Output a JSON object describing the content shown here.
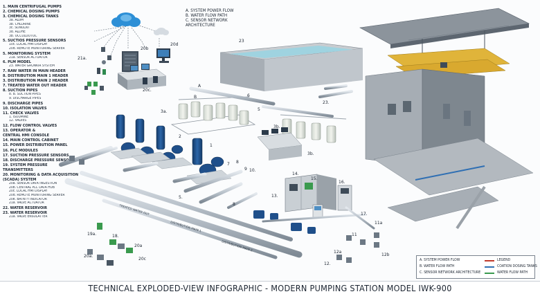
{
  "title": "TECHNICAL EXPLODED-VIEW INFOGRAPHIC - MODERN PUMPING STATION MODEL IWK-900",
  "component_list": [
    {
      "text": "1. MAIN CENTRIFUGAL PUMPS",
      "kind": "main"
    },
    {
      "text": "2. CHEMICAL DOSING PUMPS",
      "kind": "main"
    },
    {
      "text": "3. CHEMICAL DOSING TANKS",
      "kind": "main"
    },
    {
      "text": "3a. ALUM",
      "kind": "sub"
    },
    {
      "text": "3b. CHLORINE",
      "kind": "sub"
    },
    {
      "text": "3c. SONULNT",
      "kind": "sub"
    },
    {
      "text": "3d. ALDHE",
      "kind": "sub"
    },
    {
      "text": "3b. OCCULOOTOC",
      "kind": "sub"
    },
    {
      "text": "5. SUCTIOS PRESSURE SENSORS",
      "kind": "main"
    },
    {
      "text": "10c. LOCAL HMI DISPLAY",
      "kind": "sub"
    },
    {
      "text": "20d. REMOTE MONITORING SERVER",
      "kind": "sub"
    },
    {
      "text": "5. MONITORING SYSTEM",
      "kind": "main"
    },
    {
      "text": "21a. SENSOR ACTUATOR",
      "kind": "sub"
    },
    {
      "text": "6. PLM MODEL",
      "kind": "main"
    },
    {
      "text": "23. WATER GRONKIR SYSTEM",
      "kind": "sub"
    },
    {
      "text": "7. RAW WATER IN MAIN HEADER",
      "kind": "main"
    },
    {
      "text": "8. DISTRIBUTION MAIN 1 HEADER",
      "kind": "main"
    },
    {
      "text": "3. DISTRIBUTION MAIN 2 HEADER",
      "kind": "main"
    },
    {
      "text": "7. TREATED WATER OUT HEADER",
      "kind": "main"
    },
    {
      "text": "8. SUCTION PIPES",
      "kind": "main"
    },
    {
      "text": "8. B. SUCTION PIPES",
      "kind": "sub"
    },
    {
      "text": "9. DISCHARGE PIPES",
      "kind": "sub"
    },
    {
      "text": "9. DISCHARGE PIPES",
      "kind": "main"
    },
    {
      "text": "10. ISOLATION VALVES",
      "kind": "main"
    },
    {
      "text": "11. CHECK VALVES",
      "kind": "main"
    },
    {
      "text": "1. ISOUMINE",
      "kind": "sub"
    },
    {
      "text": "12. VALVES",
      "kind": "sub"
    },
    {
      "text": "12. FLOW CONTROL VALVES",
      "kind": "main"
    },
    {
      "text": "13. OPERATOR &",
      "kind": "main"
    },
    {
      "text": "CENTRAL HMI CONSOLE",
      "kind": "main"
    },
    {
      "text": "14. MAIN CONTROL CABINET",
      "kind": "main"
    },
    {
      "text": "15. POWER DISTRIBUTION PANEL",
      "kind": "main"
    },
    {
      "text": "16. PLC MODULES",
      "kind": "main"
    },
    {
      "text": "17. SUCTION PRESSURE SENSORS",
      "kind": "main"
    },
    {
      "text": "18. DISCHARGE PRESSURE SENSORS",
      "kind": "main"
    },
    {
      "text": "19. SYSTEM PRESSURE",
      "kind": "main"
    },
    {
      "text": "TRANSMITTERS",
      "kind": "main"
    },
    {
      "text": "20. MONITORING & DATA ACQUISITION",
      "kind": "main"
    },
    {
      "text": "(SCADA) SYSTEM",
      "kind": "main"
    },
    {
      "text": "20a. SENSOR DATA INGESTION",
      "kind": "sub"
    },
    {
      "text": "20b. CENTRAL PLC DATA HUB",
      "kind": "sub"
    },
    {
      "text": "20c. LOCAL HMI DISPLAY",
      "kind": "sub"
    },
    {
      "text": "20d. REMOTE MONITORING SERVER",
      "kind": "sub"
    },
    {
      "text": "20e. BATNTY INDICATOR",
      "kind": "sub"
    },
    {
      "text": "21a. VALVE ACTUATOR",
      "kind": "sub"
    },
    {
      "text": "22. WATER RESERVOIR",
      "kind": "main"
    },
    {
      "text": "23. WATER RESERVOIR",
      "kind": "main"
    },
    {
      "text": "21a. VALVE ENSULATTER",
      "kind": "sub"
    }
  ],
  "system_legend": [
    "A. SYSTEM POWER FLOW",
    "B. WATER FLOW PATH",
    "C. SENSOR NETWORK",
    "ARCHITECTURE"
  ],
  "callouts": {
    "c23": "23",
    "c20b": "20b",
    "c20d": "20d",
    "c21a_top": "21a.",
    "c20c": "20c.",
    "cA": "A",
    "cB": "B",
    "c3a": "3a.",
    "c3b": "3b.",
    "c3b2": "3b.",
    "c23b": "23.",
    "c5": "5",
    "c6": "6",
    "c2": "2",
    "c1": "1",
    "c7": "7",
    "c8": "8",
    "c9": "9",
    "c10": "10.",
    "c5b": "5.",
    "c8b": "8",
    "c14": "14.",
    "c15": "15.",
    "c16": "16.",
    "c13": "13.",
    "c17": "17.",
    "c19a": "19a.",
    "c18": "18.",
    "c20a": "20a",
    "c20a2": "20a.",
    "c20c2": "20c",
    "c11a": "11a",
    "c12a": "12a",
    "c12b": "12b",
    "c11": "11",
    "c12": "12."
  },
  "pipe_labels": {
    "p1": "TREATED WATER OUT",
    "p2": "DISTRIBUTION MAIN 1",
    "p3": "DISTRIBUTION MAIN 2"
  },
  "legend_box": {
    "items_left": [
      "A. SYSTEM POWER FLOW",
      "B. WATER FLOW PATH",
      "C. SENSOR NETWORK ARCHITECTURE"
    ],
    "items_right": [
      "LEGEND",
      "COATION DOSING TANKS",
      "WATER FLOW PATH"
    ],
    "swatches": [
      "#c0392b",
      "#2f6fb3",
      "#3a9a4e"
    ]
  },
  "colors": {
    "pump_blue": "#1f4f8a",
    "pipe_gray": "#b7c0c9",
    "crane_yellow": "#e0b43a",
    "water": "#9fd3e0",
    "concrete": "#9aa1a8",
    "cloud": "#2d8fd6"
  }
}
